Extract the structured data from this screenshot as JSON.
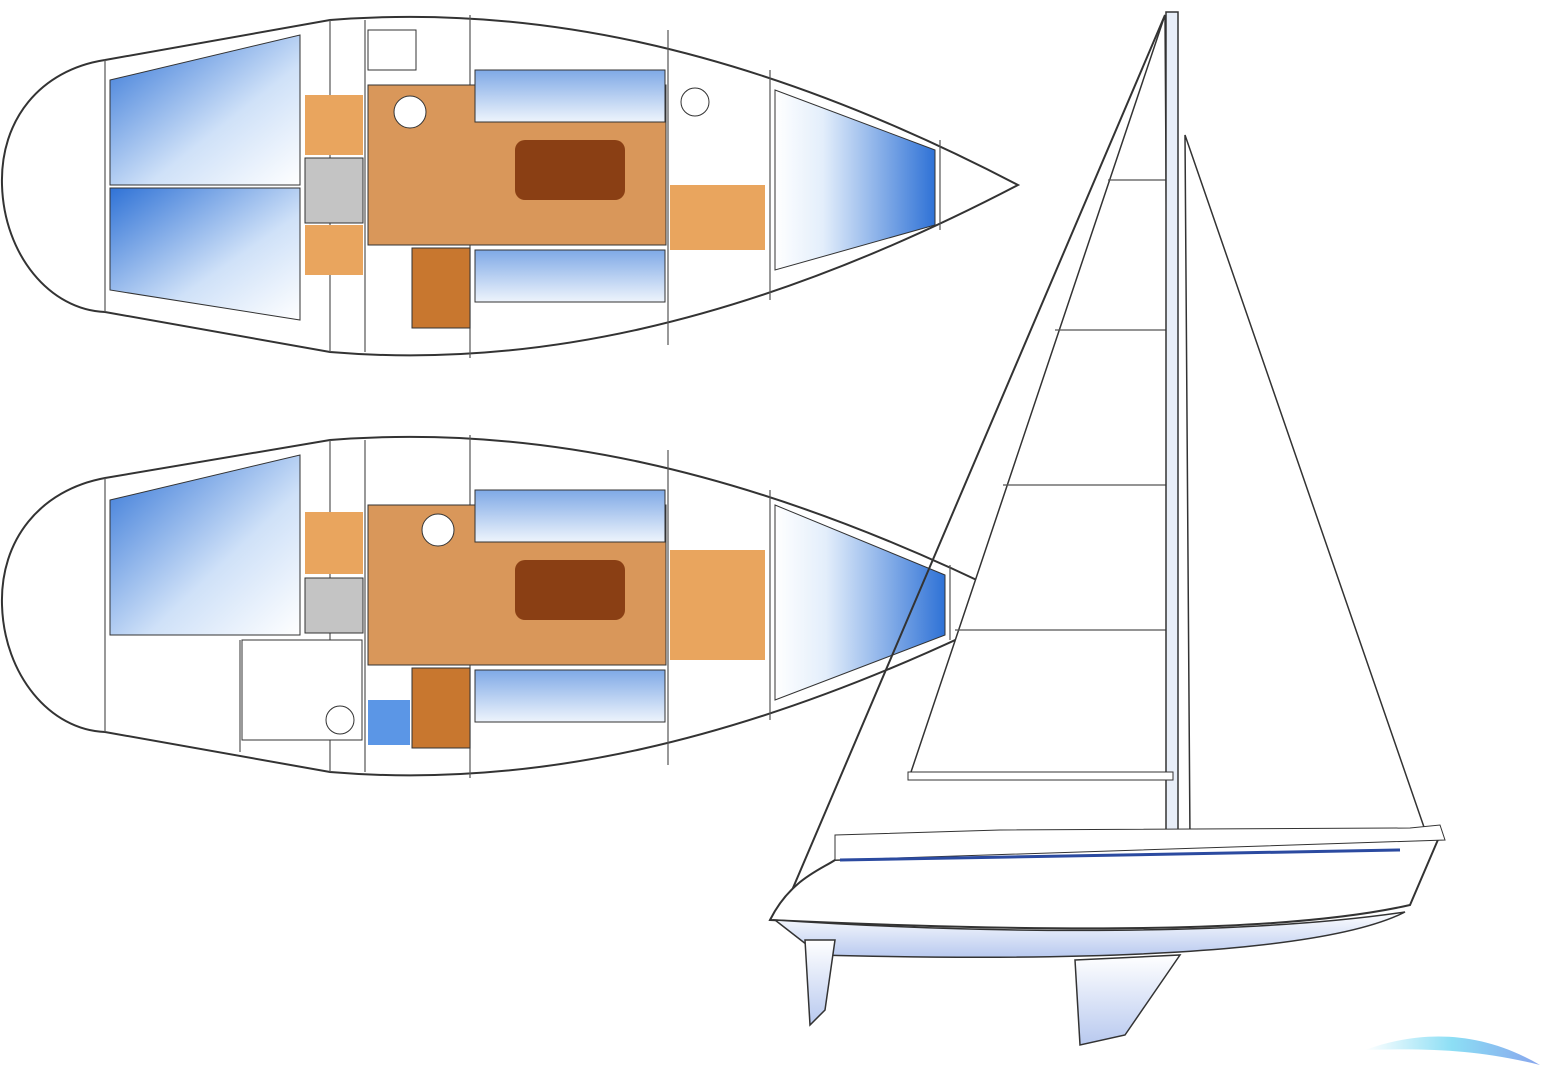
{
  "colors": {
    "background": "#ffffff",
    "outline": "#333333",
    "berth_blue": "#4d8fe0",
    "berth_light": "#e8f1fc",
    "wood_floor": "#d99a5a",
    "wood_dark": "#8a3f14",
    "settee_blue": "#8fb8ec",
    "galley_grey": "#c4c4c4",
    "hull_underwater": "#c9d6f2",
    "watermark": "#5ccfee"
  },
  "diagram": {
    "layouts": [
      {
        "variant": "two-aft-cabins"
      },
      {
        "variant": "one-aft-cabin-with-heads"
      }
    ],
    "profile": {
      "rig": "sloop"
    }
  }
}
